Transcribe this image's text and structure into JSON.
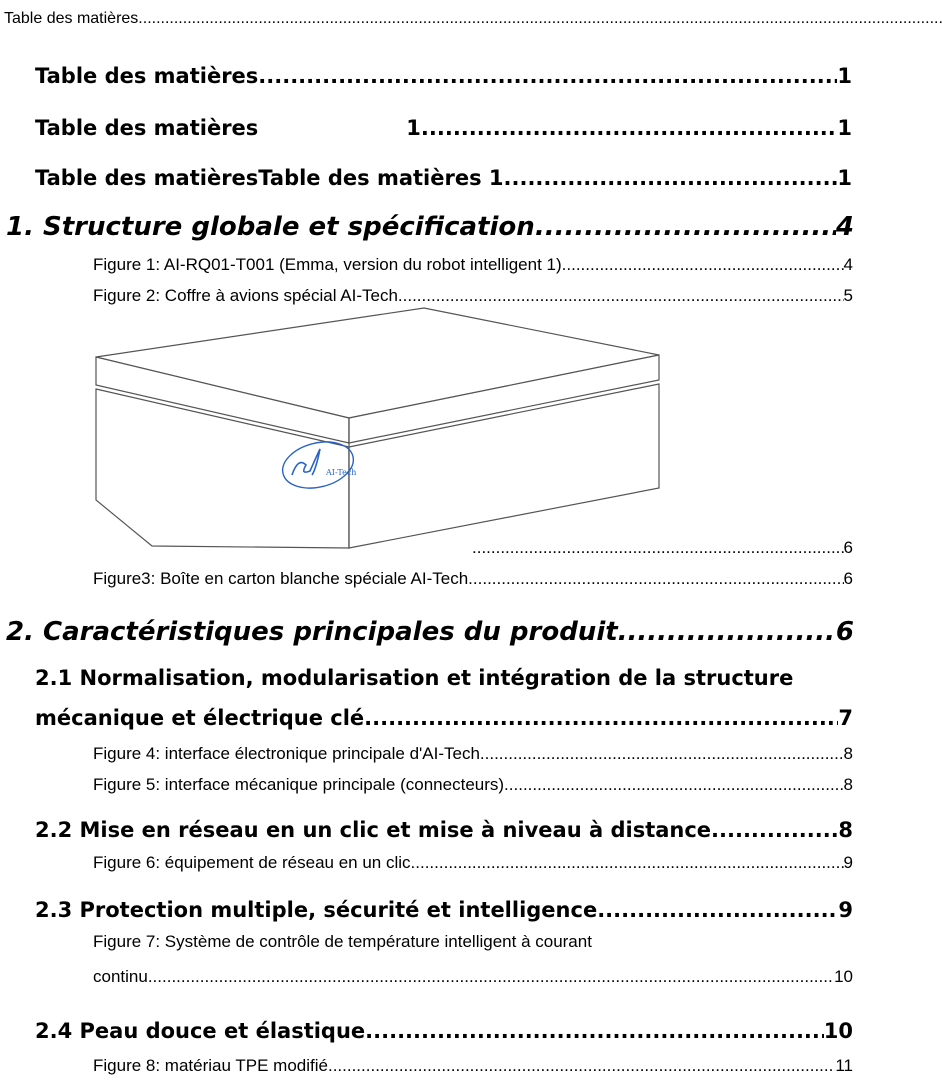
{
  "toc_title_line": "Table des matières",
  "entries": [
    {
      "text": "Table des matières",
      "page": "1"
    },
    {
      "text": "Table des matières",
      "text2": "1",
      "page": "1"
    },
    {
      "text": "Table des matièresTable des matières 1 ",
      "page": "1"
    },
    {
      "text": "1. Structure globale et spécification",
      "page": "4"
    },
    {
      "text": "Figure 1: AI-RQ01-T001 (Emma, version du robot intelligent 1)",
      "page": "4"
    },
    {
      "text": "Figure 2: Coffre à avions spécial AI-Tech",
      "page": "5"
    },
    {
      "text": "",
      "page": "6"
    },
    {
      "text": "Figure3: Boîte en carton blanche spéciale AI-Tech",
      "page": "6"
    },
    {
      "text": "2. Caractéristiques principales du produit",
      "page": "6"
    },
    {
      "text": "2.1 Normalisation, modularisation et intégration de la structure",
      "text2": "mécanique et électrique clé",
      "page": "7"
    },
    {
      "text": "Figure 4: interface électronique principale d'AI-Tech",
      "page": "8"
    },
    {
      "text": "Figure 5: interface mécanique principale (connecteurs)",
      "page": "8"
    },
    {
      "text": "2.2  Mise en réseau en un clic et mise à niveau à distance",
      "page": "8"
    },
    {
      "text": "Figure 6: équipement de réseau en un clic",
      "page": "9"
    },
    {
      "text": "2.3 Protection multiple, sécurité et intelligence",
      "page": "9"
    },
    {
      "text": "Figure 7: Système de contrôle de température intelligent à courant",
      "text2": "continu",
      "page": "10"
    },
    {
      "text": "2.4  Peau douce et élastique",
      "page": "10"
    },
    {
      "text": "Figure 8: matériau TPE modifié",
      "page": "11"
    }
  ],
  "box_logo_text": "AI-Tech",
  "icons": {
    "box": "cardboard-box-illustration"
  }
}
